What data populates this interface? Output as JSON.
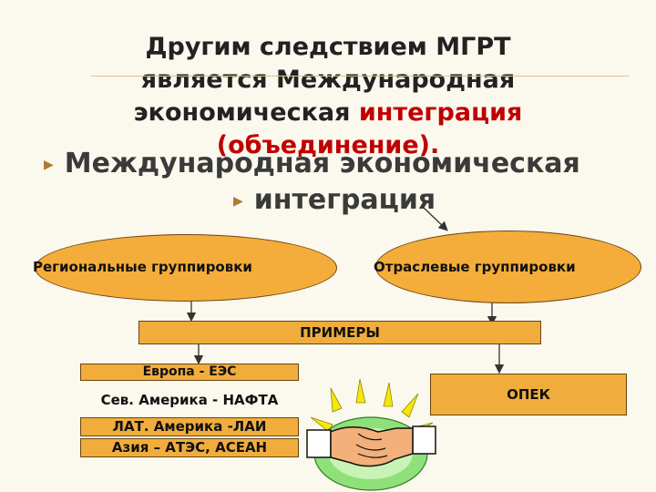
{
  "title": {
    "line1": "Другим следствием МГРТ",
    "line2": "является Международная",
    "line3_prefix": "экономическая ",
    "line3_accent": "интеграция",
    "line4": "(объединение)."
  },
  "bullets": [
    "Международная экономическая",
    "интеграция"
  ],
  "groups": {
    "regional": "Региональные группировки",
    "sectoral": "Отраслевые группировки"
  },
  "examples_label": "ПРИМЕРЫ",
  "regional_examples": [
    "Европа - ЕЭС",
    "Сев. Америка - НАФТА",
    "ЛАТ. Америка -ЛАИ",
    "Азия – АТЭС, АСЕАН"
  ],
  "sectoral_example": "ОПЕК",
  "colors": {
    "accent": "#c00000",
    "box_fill": "#f0ad3c",
    "oval_fill": "#f4ad3a",
    "box_border": "#6b4510"
  },
  "icons": [
    "handshake-icon"
  ]
}
